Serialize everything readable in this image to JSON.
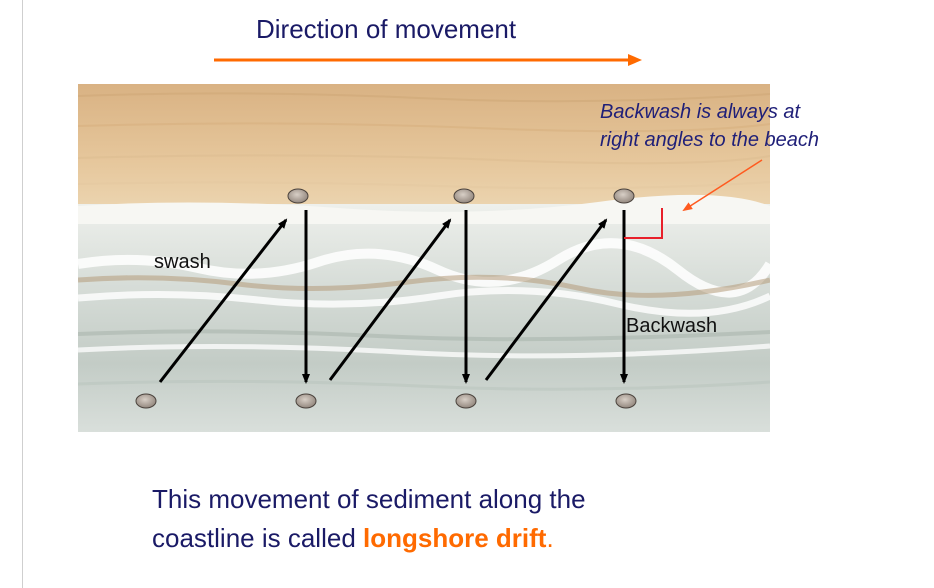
{
  "title": "Direction of movement",
  "note": {
    "line1": "Backwash is always at",
    "line2": "right angles to the beach"
  },
  "labels": {
    "swash": "swash",
    "backwash": "Backwash"
  },
  "caption": {
    "line1": "This movement of sediment along the",
    "line2_prefix": "coastline is called ",
    "highlight": "longshore drift",
    "suffix": "."
  },
  "colors": {
    "title_text": "#1a1a66",
    "accent": "#ff6a00",
    "note_text": "#1f1f78",
    "arrows": "#000000",
    "right_angle_marker": "#e8202a",
    "sand": "#d9b88a",
    "sea": "#c9d2cc"
  },
  "icons": {
    "pebble": "pebble-icon"
  }
}
